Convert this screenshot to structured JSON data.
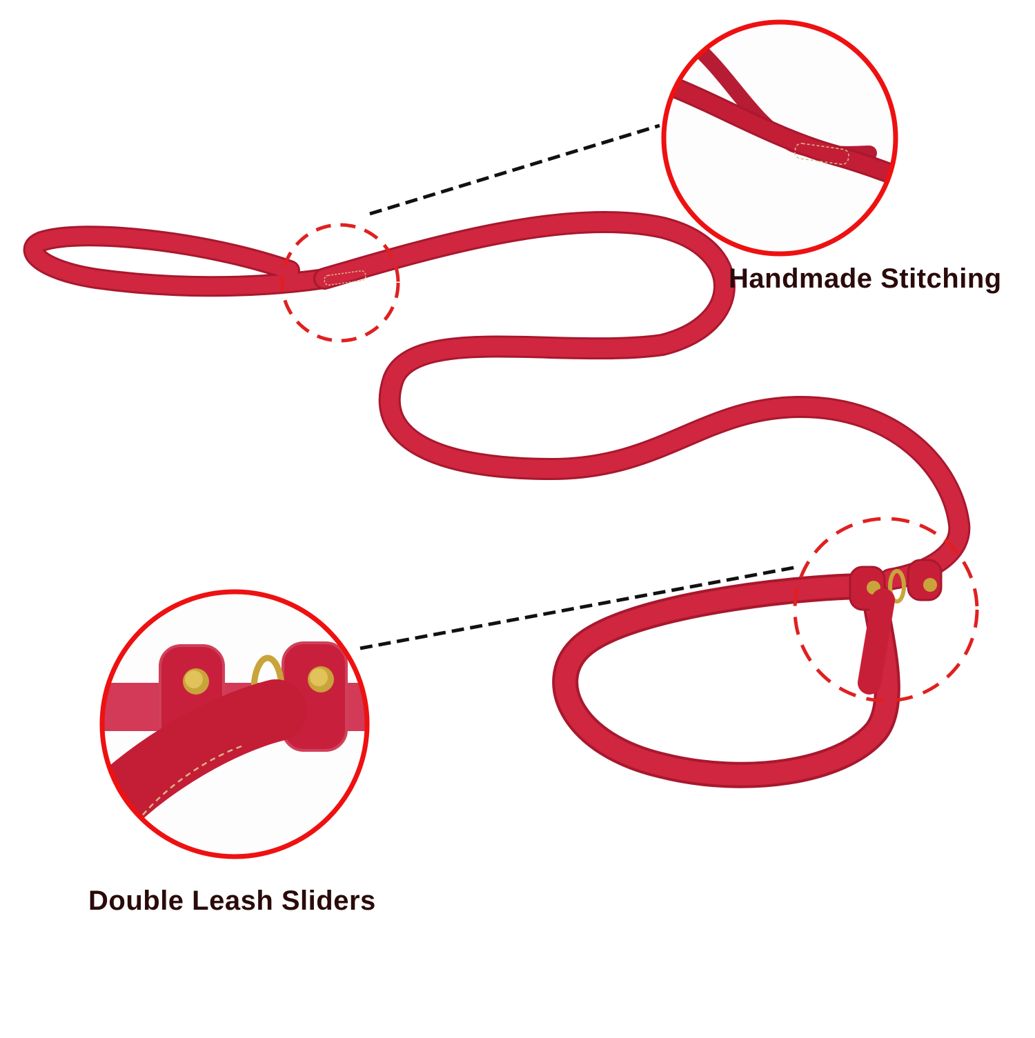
{
  "product": {
    "subject": "red leather slip dog leash",
    "colors": {
      "leather": "#d0263f",
      "leather_dark": "#a8182e",
      "leather_light": "#e24a60",
      "callout_ring": "#ee1111",
      "dashed_marker": "#e02020",
      "connector": "#111111",
      "brass": "#c9a43a",
      "stitch": "#d9b98a",
      "caption_text": "#2a0a0a"
    }
  },
  "callouts": [
    {
      "id": "stitching",
      "label": "Handmade Stitching"
    },
    {
      "id": "sliders",
      "label": "Double Leash Sliders"
    }
  ]
}
